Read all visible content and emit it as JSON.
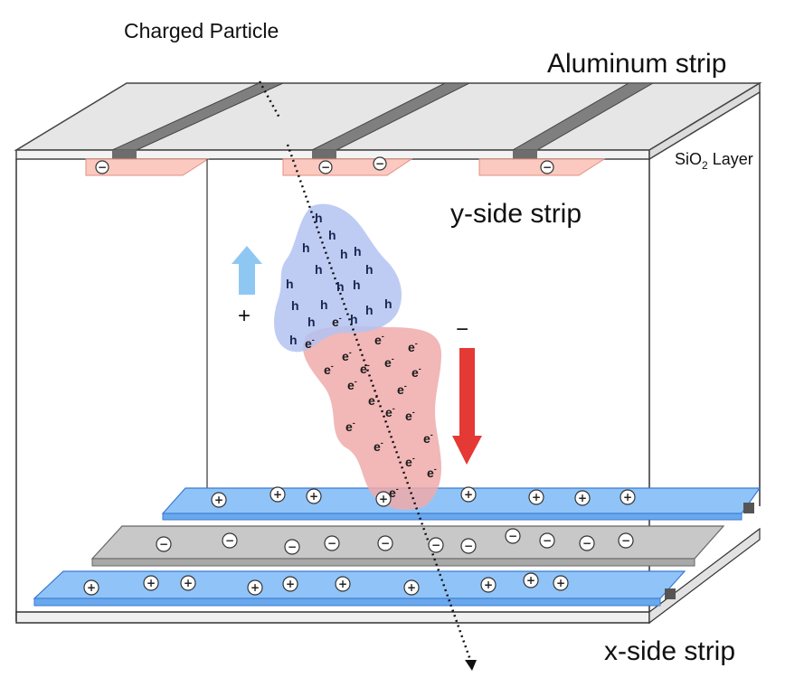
{
  "labels": {
    "charged_particle": "Charged Particle",
    "aluminum_strip": "Aluminum strip",
    "sio2_prefix": "SiO",
    "sio2_sub": "2",
    "sio2_suffix": " Layer",
    "y_side_strip": "y-side strip",
    "x_side_strip": "x-side strip"
  },
  "symbols": {
    "hole": "h",
    "electron": "e",
    "electron_sup": "-",
    "plus": "+",
    "minus": "−",
    "pos_charge": "+",
    "neg_charge": "−"
  },
  "colors": {
    "hole_cloud": "#b3c3f2",
    "electron_cloud": "#f0aaaa",
    "up_arrow": "#8ec8f2",
    "down_arrow": "#e53935",
    "blue_strip": "#90c4f8",
    "gray_strip": "#bdbdbd",
    "pink_pad": "#fbc9c0",
    "aluminum": "#808080"
  }
}
